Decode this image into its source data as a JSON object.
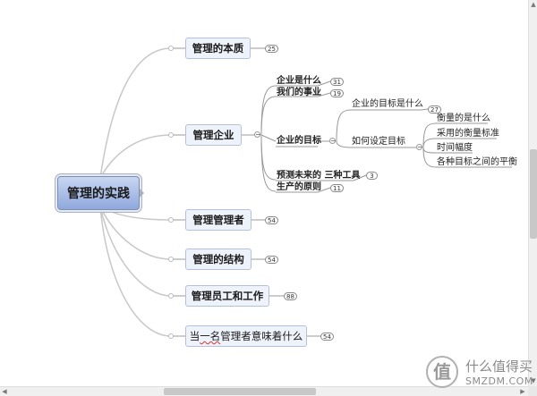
{
  "mindmap": {
    "root": {
      "label": "管理的实践"
    },
    "branches": [
      {
        "label": "管理的本质",
        "count": "25"
      },
      {
        "label": "管理企业",
        "children": [
          {
            "label": "企业是什么",
            "count": "31"
          },
          {
            "label": "我们的事业",
            "count": "19"
          },
          {
            "label": "企业的目标",
            "children": [
              {
                "label": "企业的目标是什么",
                "count": "27"
              },
              {
                "label": "如何设定目标",
                "children": [
                  {
                    "label": "衡量的是什么"
                  },
                  {
                    "label": "采用的衡量标准"
                  },
                  {
                    "label": "时间幅度"
                  },
                  {
                    "label": "各种目标之间的平衡"
                  }
                ]
              }
            ]
          },
          {
            "label": "预测未来的 三种工具",
            "count": "3"
          },
          {
            "label": "生产的原则",
            "count": "11"
          }
        ]
      },
      {
        "label": "管理管理者",
        "count": "54"
      },
      {
        "label": "管理的结构",
        "count": "54"
      },
      {
        "label": "管理员工和工作",
        "count": "88"
      },
      {
        "label_prefix": "当",
        "label_error": "一名",
        "label_suffix": "管理者意味着什么",
        "count": "54"
      }
    ]
  },
  "watermark": {
    "line1": "什么值得买",
    "line2": "SMZDM.COM",
    "logo": "值"
  },
  "scrollbar": {
    "up": "▲",
    "down": "▼",
    "left": "◀",
    "right": "▶"
  },
  "colors": {
    "root_fill": "#8fa8dc",
    "node_fill": "#eef3fb",
    "line": "#c4c4c4"
  }
}
